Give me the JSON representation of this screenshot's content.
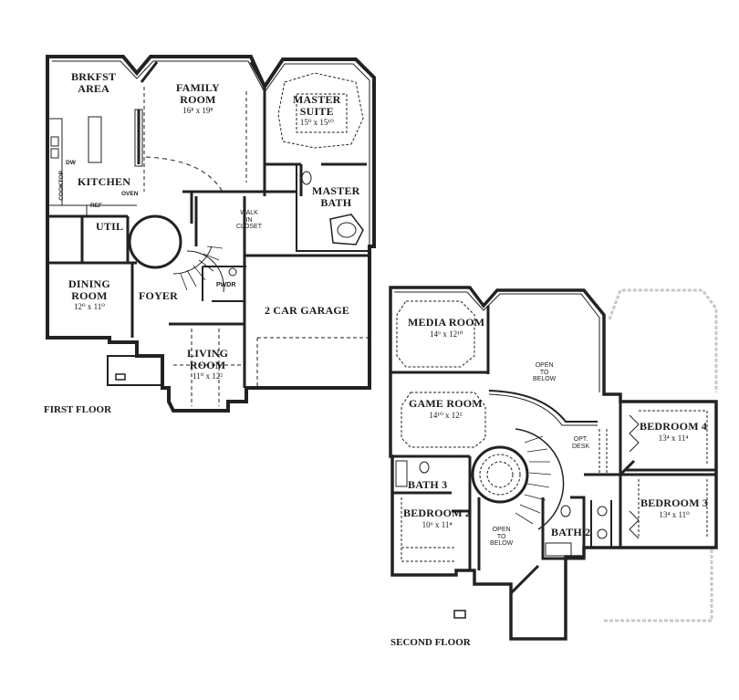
{
  "first_floor": {
    "title": "FIRST FLOOR",
    "rooms": [
      {
        "id": "brkfst",
        "name": "BRKFST AREA",
        "line1": "BRKFST",
        "line2": "AREA",
        "dims": ""
      },
      {
        "id": "family",
        "name": "FAMILY ROOM",
        "line1": "FAMILY",
        "line2": "ROOM",
        "dims": "16⁸ x 19⁸"
      },
      {
        "id": "master-suite",
        "name": "MASTER SUITE",
        "line1": "MASTER",
        "line2": "SUITE",
        "dims": "15⁰ x 15¹⁰"
      },
      {
        "id": "kitchen",
        "name": "KITCHEN",
        "line1": "KITCHEN",
        "line2": "",
        "dims": ""
      },
      {
        "id": "master-bath",
        "name": "MASTER BATH",
        "line1": "MASTER",
        "line2": "BATH",
        "dims": ""
      },
      {
        "id": "walk-in-closet",
        "name": "WALK IN CLOSET",
        "line1": "WALK",
        "line2": "IN",
        "line3": "CLOSET",
        "dims": ""
      },
      {
        "id": "util",
        "name": "UTIL",
        "line1": "UTIL",
        "line2": "",
        "dims": ""
      },
      {
        "id": "dining",
        "name": "DINING ROOM",
        "line1": "DINING",
        "line2": "ROOM",
        "dims": "12⁰ x 11⁰"
      },
      {
        "id": "foyer",
        "name": "FOYER",
        "line1": "FOYER",
        "line2": "",
        "dims": ""
      },
      {
        "id": "pwdr",
        "name": "PWDR",
        "line1": "PWDR",
        "line2": "",
        "dims": ""
      },
      {
        "id": "garage",
        "name": "2 CAR GARAGE",
        "line1": "2 CAR GARAGE",
        "line2": "",
        "dims": ""
      },
      {
        "id": "living",
        "name": "LIVING ROOM",
        "line1": "LIVING",
        "line2": "ROOM",
        "dims": "11⁰ x 12²"
      }
    ],
    "fixtures": {
      "dw": "DW",
      "cooktop": "COOKTOP",
      "oven": "OVEN",
      "ref": "REF"
    }
  },
  "second_floor": {
    "title": "SECOND FLOOR",
    "rooms": [
      {
        "id": "media",
        "name": "MEDIA ROOM",
        "line1": "MEDIA ROOM",
        "dims": "14⁶ x 12¹⁰"
      },
      {
        "id": "open-below-1",
        "name": "OPEN TO BELOW",
        "line1": "OPEN",
        "line2": "TO",
        "line3": "BELOW"
      },
      {
        "id": "game",
        "name": "GAME ROOM",
        "line1": "GAME ROOM",
        "dims": "14¹⁰ x 12²"
      },
      {
        "id": "opt-desk",
        "name": "OPT. DESK",
        "line1": "OPT.",
        "line2": "DESK"
      },
      {
        "id": "bedroom4",
        "name": "BEDROOM 4",
        "line1": "BEDROOM 4",
        "dims": "13⁴ x 11⁴"
      },
      {
        "id": "bath3",
        "name": "BATH 3",
        "line1": "BATH 3"
      },
      {
        "id": "bedroom2",
        "name": "BEDROOM 2",
        "line1": "BEDROOM 2",
        "dims": "10⁶ x 11⁴"
      },
      {
        "id": "open-below-2",
        "name": "OPEN TO BELOW",
        "line1": "OPEN",
        "line2": "TO",
        "line3": "BELOW"
      },
      {
        "id": "bath2",
        "name": "BATH 2",
        "line1": "BATH 2"
      },
      {
        "id": "bedroom3",
        "name": "BEDROOM 3",
        "line1": "BEDROOM 3",
        "dims": "13⁴ x 11⁰"
      }
    ]
  },
  "colors": {
    "wall": "#222222",
    "background": "#ffffff",
    "ghost_outline": "#c8c8c8"
  }
}
